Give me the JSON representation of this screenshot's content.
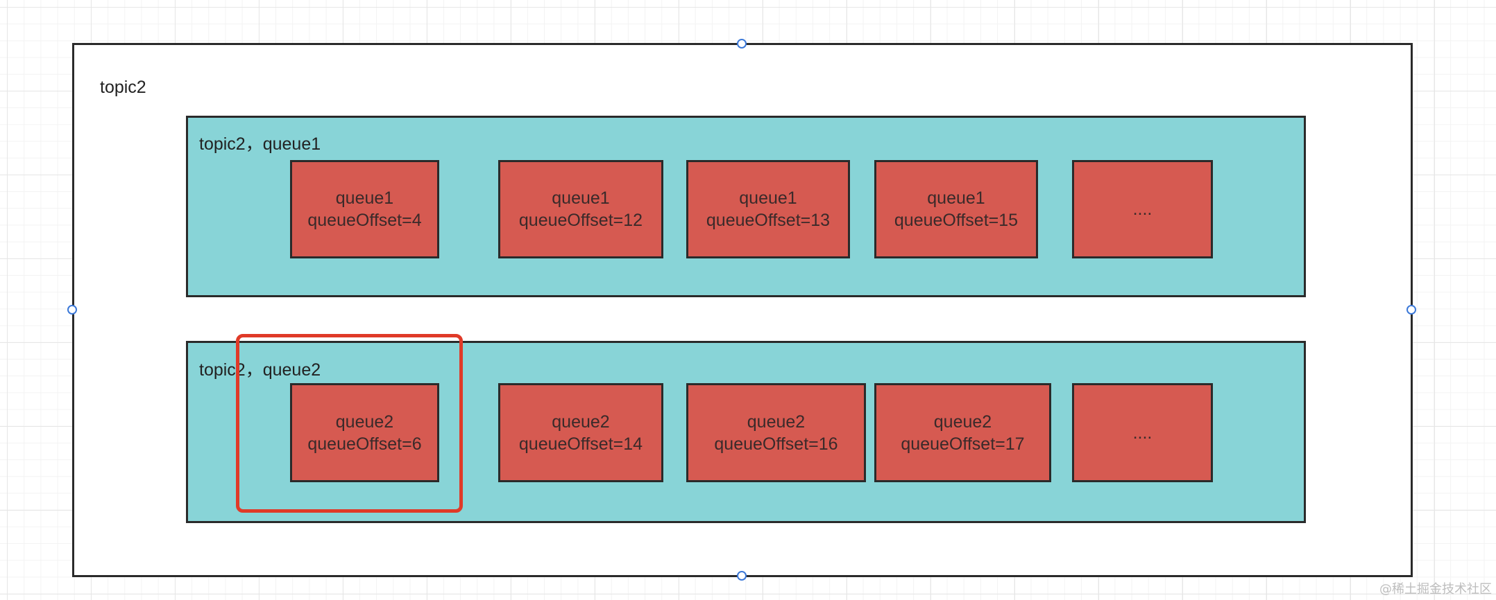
{
  "diagram": {
    "title": "topic2",
    "colors": {
      "panel": "#88d4d7",
      "box": "#d65a51",
      "highlight": "#e03a28",
      "handle": "#3b78d8"
    },
    "panels": [
      {
        "label": "topic2，queue1",
        "boxes": [
          {
            "line1": "queue1",
            "line2": "queueOffset=4"
          },
          {
            "line1": "queue1",
            "line2": "queueOffset=12"
          },
          {
            "line1": "queue1",
            "line2": "queueOffset=13"
          },
          {
            "line1": "queue1",
            "line2": "queueOffset=15"
          },
          {
            "line1": "....",
            "line2": ""
          }
        ]
      },
      {
        "label": "topic2，queue2",
        "boxes": [
          {
            "line1": "queue2",
            "line2": "queueOffset=6"
          },
          {
            "line1": "queue2",
            "line2": "queueOffset=14"
          },
          {
            "line1": "queue2",
            "line2": "queueOffset=16"
          },
          {
            "line1": "queue2",
            "line2": "queueOffset=17"
          },
          {
            "line1": "....",
            "line2": ""
          }
        ]
      }
    ]
  },
  "watermark": "@稀土掘金技术社区"
}
